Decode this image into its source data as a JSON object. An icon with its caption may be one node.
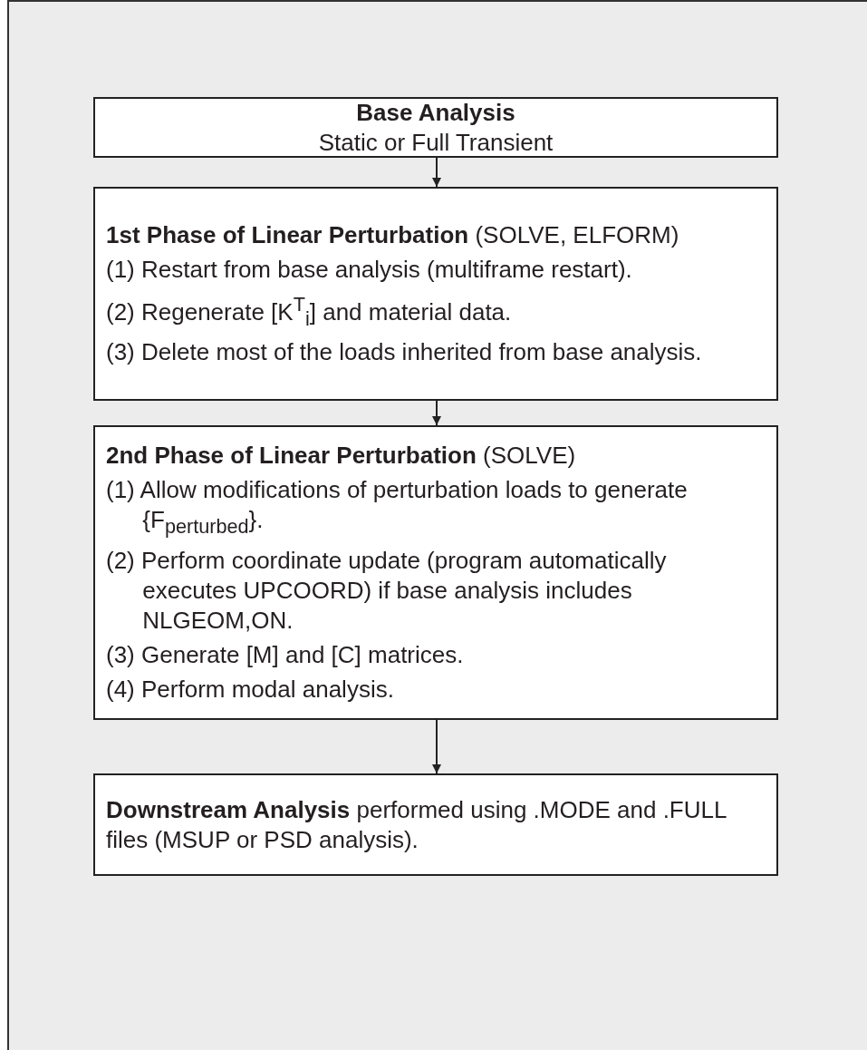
{
  "diagram": {
    "nodes": [
      {
        "text": [
          "Base Analysis",
          "Static or Full Transient"
        ]
      },
      {
        "text": [
          "**1st Phase of Linear Perturbation** (SOLVE, ELFORM)",
          "(1) Restart from base analysis (multiframe restart).",
          "(2) Regenerate [K$^{T}$$_{i}$] and material data.",
          "(3) Delete most of the loads inherited from base analysis."
        ]
      },
      {
        "text": [
          "**2nd Phase of Linear Perturbation** (SOLVE)",
          "(1) Allow modifications of perturbation loads to generate {F$_{perturbed}$}.",
          "(2) Perform coordinate update (program automatically executes UPCOORD) if base analysis includes NLGEOM,ON.",
          "(3) Generate [M] and [C] matrices.",
          "(4) Perform modal analysis."
        ]
      },
      {
        "text": [
          "**Downstream Analysis** performed using .MODE and .FULL files (MSUP or PSD analysis)."
        ]
      }
    ],
    "edges": [
      {
        "from": 0,
        "to": 1,
        "arrow": "to"
      },
      {
        "from": 1,
        "to": 2,
        "arrow": "to"
      },
      {
        "from": 2,
        "to": 3,
        "arrow": "to"
      }
    ]
  }
}
